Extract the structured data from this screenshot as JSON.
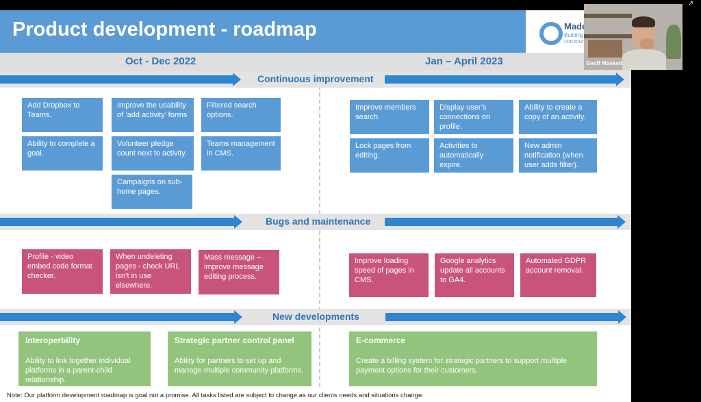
{
  "slide": {
    "title": "Product development - roadmap",
    "logo": {
      "name": "Made",
      "tagline_line1": "Building",
      "tagline_line2": "communi"
    },
    "periods": [
      "Oct - Dec 2022",
      "Jan – April 2023"
    ],
    "sections": {
      "continuous": {
        "label": "Continuous improvement",
        "left": [
          "Add Dropbox to Teams.",
          "Improve the usability of ‘add activity’ forms",
          "Filtered search options.",
          "Ability to complete a goal.",
          "Volunteer pledge count next to activity.",
          "Teams management in CMS.",
          "Campaigns on sub-home pages."
        ],
        "right": [
          "Improve members search.",
          "Display user’s connections on profile.",
          "Ability to create a copy of an activity.",
          "Lock pages from editing.",
          "Activities to automatically expire.",
          "New admin notification (when user adds filter)."
        ]
      },
      "bugs": {
        "label": "Bugs and maintenance",
        "left": [
          "Profile - video embed code format checker.",
          "When undeleting pages - check URL isn’t in use elsewhere.",
          "Mass message – improve message editing process."
        ],
        "right": [
          "Improve loading speed of pages in CMS.",
          "Google analytics update all accounts to GA4.",
          "Automated GDPR account removal."
        ]
      },
      "new": {
        "label": "New developments",
        "items": [
          {
            "heading": "Interoperbility",
            "body": "Ability to link together individual platforms in a parent-child relationship."
          },
          {
            "heading": "Strategic partner control panel",
            "body": "Ability for partners to set up and manage multiple community platforms."
          },
          {
            "heading": "E-commerce",
            "body": "Create a billing system for strategic partners to support multiple payment options for their customers."
          }
        ]
      }
    },
    "note": "Note: Our platform development roadmap is goal not a promise. All tasks listed are subject to change as our clients needs and situations change."
  },
  "video": {
    "participant_name": "Geoff Maskett"
  },
  "colors": {
    "title_blue": "#5b9bd5",
    "accent_blue": "#2e75b6",
    "card_pink": "#c9547a",
    "card_green": "#93c47d"
  }
}
